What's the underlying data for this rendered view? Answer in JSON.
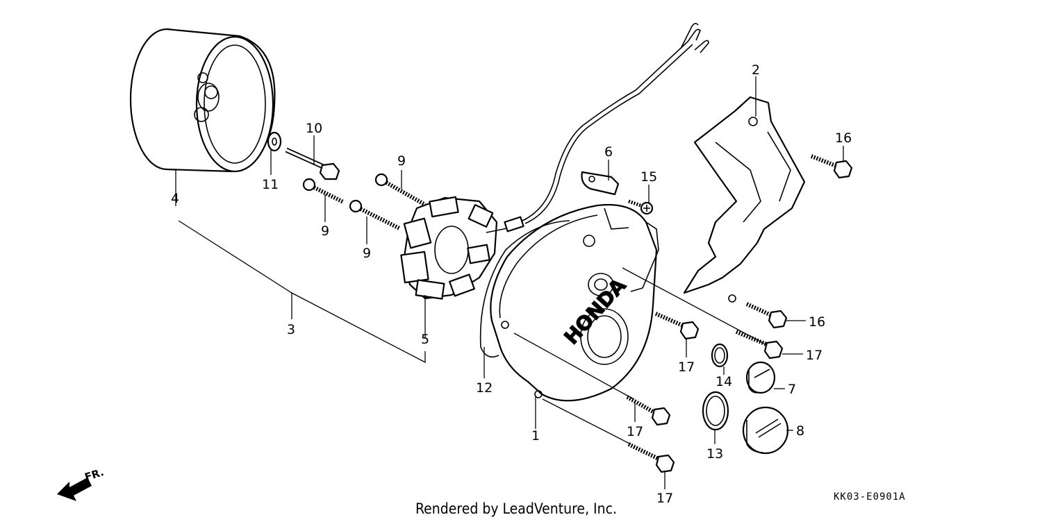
{
  "labels": [
    {
      "id": "1",
      "text": "1"
    },
    {
      "id": "2",
      "text": "2"
    },
    {
      "id": "3",
      "text": "3"
    },
    {
      "id": "4",
      "text": "4"
    },
    {
      "id": "5",
      "text": "5"
    },
    {
      "id": "6",
      "text": "6"
    },
    {
      "id": "7",
      "text": "7"
    },
    {
      "id": "8",
      "text": "8"
    },
    {
      "id": "9a",
      "text": "9"
    },
    {
      "id": "9b",
      "text": "9"
    },
    {
      "id": "9c",
      "text": "9"
    },
    {
      "id": "10",
      "text": "10"
    },
    {
      "id": "11",
      "text": "11"
    },
    {
      "id": "12",
      "text": "12"
    },
    {
      "id": "13",
      "text": "13"
    },
    {
      "id": "14",
      "text": "14"
    },
    {
      "id": "15",
      "text": "15"
    },
    {
      "id": "16a",
      "text": "16"
    },
    {
      "id": "16b",
      "text": "16"
    },
    {
      "id": "17a",
      "text": "17"
    },
    {
      "id": "17b",
      "text": "17"
    },
    {
      "id": "17c",
      "text": "17"
    },
    {
      "id": "17d",
      "text": "17"
    },
    {
      "id": "17e",
      "text": "17"
    }
  ],
  "cover_brand": "HONDA",
  "direction_marker": "FR.",
  "footer_credit": "Rendered by LeadVenture, Inc.",
  "diagram_code": "KK03-E0901A"
}
